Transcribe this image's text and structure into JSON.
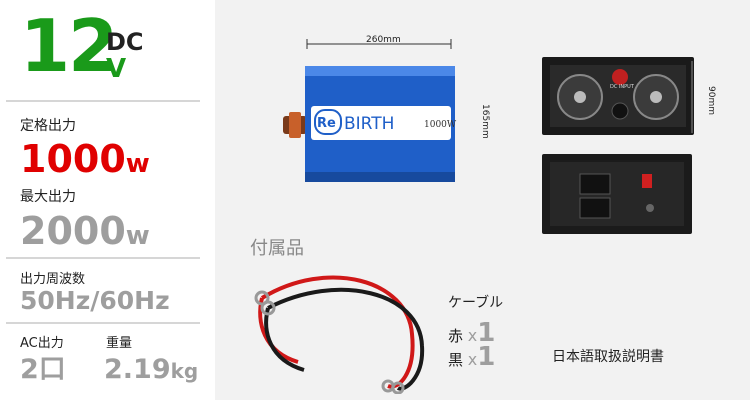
{
  "spec": {
    "voltage": "12",
    "dc": "DC",
    "v": "V",
    "rated_label": "定格出力",
    "rated_value": "1000",
    "rated_unit": "w",
    "max_label": "最大出力",
    "max_value": "2000",
    "max_unit": "w",
    "freq_label": "出力周波数",
    "freq_value": "50Hz/60Hz",
    "ac_label": "AC出力",
    "ac_value": "2口",
    "weight_label": "重量",
    "weight_value": "2.19",
    "weight_unit": "kg"
  },
  "product": {
    "dim_width": "260mm",
    "dim_height": "165mm",
    "dim_depth": "90mm",
    "brand": "BIRTH",
    "brand_prefix": "Re",
    "model": "1000W",
    "input_label": "DC INPUT"
  },
  "accessories": {
    "title": "付属品",
    "cable_label": "ケーブル",
    "red_label": "赤",
    "black_label": "黒",
    "x": "x",
    "count_red": "1",
    "count_black": "1",
    "manual": "日本語取扱説明書"
  },
  "colors": {
    "green": "#1a9a1a",
    "red": "#e00000",
    "gray": "#9e9e9e",
    "blue": "#1f5fc8"
  }
}
